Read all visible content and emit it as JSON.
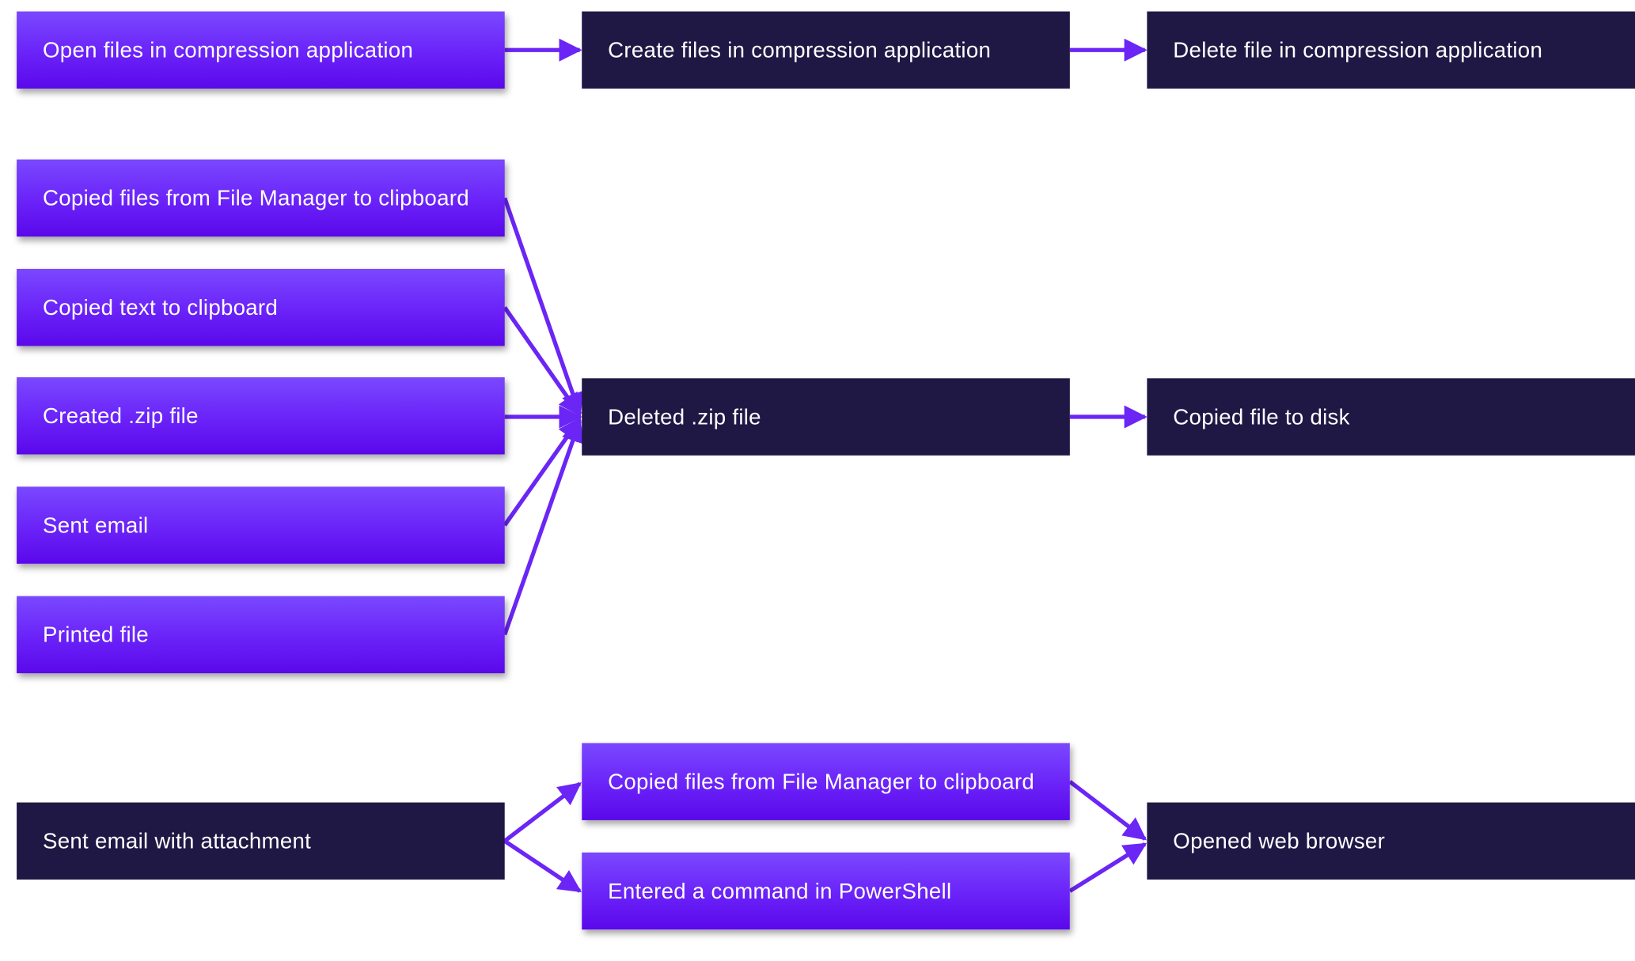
{
  "colors": {
    "purple_top": "#7a48ff",
    "purple_bottom": "#5a08ea",
    "dark": "#1f1845",
    "edge": "#6b25f5",
    "text": "#ffffff"
  },
  "row1": {
    "open_files": "Open files in compression application",
    "create_files": "Create files in compression application",
    "delete_file": "Delete file in compression application"
  },
  "row2": {
    "copied_files": "Copied files from File Manager to clipboard",
    "copied_text": "Copied text to clipboard",
    "created_zip": "Created .zip file",
    "sent_email": "Sent email",
    "printed_file": "Printed file",
    "deleted_zip": "Deleted .zip file",
    "copied_to_disk": "Copied file to disk"
  },
  "row3": {
    "sent_email_attachment": "Sent email with attachment",
    "copied_files": "Copied files from File Manager to clipboard",
    "powershell": "Entered a command in PowerShell",
    "web_browser": "Opened web browser"
  }
}
